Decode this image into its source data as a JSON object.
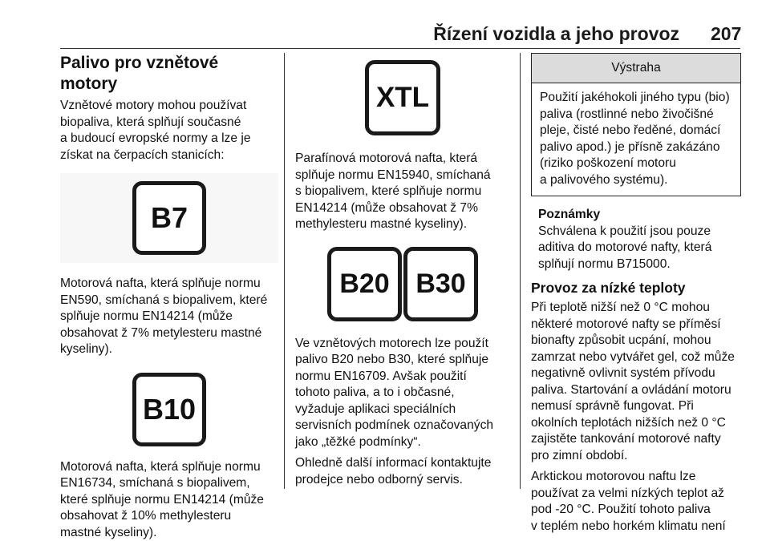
{
  "header": {
    "title": "Řízení vozidla a jeho provoz",
    "page_number": "207"
  },
  "col1": {
    "section_title": "Palivo pro vznětové motory",
    "intro": "Vznětové motory mohou používat\nbiopaliva, která splňují současné\na budoucí evropské normy a lze je\nzískat na čerpacích stanicích:",
    "label_b7": "B7",
    "b7_text": "Motorová nafta, která splňuje normu\nEN590, smíchaná s biopalivem, které\nsplňuje normu EN14214 (může\nobsahovat ž 7% metylesteru mastné\nkyseliny).",
    "label_b10": "B10",
    "b10_text": "Motorová nafta, která splňuje normu\nEN16734, smíchaná s biopalivem,\nkteré splňuje normu EN14214 (může\nobsahovat ž 10% methylesteru\nmastné kyseliny)."
  },
  "col2": {
    "label_xtl": "XTL",
    "xtl_text": "Parafínová motorová nafta, která\nsplňuje normu EN15940, smíchaná\ns biopalivem, které splňuje normu\nEN14214 (může obsahovat ž 7%\nmethylesteru mastné kyseliny).",
    "label_b20": "B20",
    "label_b30": "B30",
    "b20_b30_text": "Ve vznětových motorech lze použít\npalivo B20 nebo B30, které splňuje\nnormu EN16709. Avšak použití\ntohoto paliva, a to i občasné,\nvyžaduje aplikaci speciálních\nservisních podmínek označovaných\njako „těžké podmínky“.",
    "contact_text": "Ohledně další informací kontaktujte\nprodejce nebo odborný servis."
  },
  "col3": {
    "warning_title": "Výstraha",
    "warning_text": "Použití jakéhokoli jiného typu (bio)\npaliva (rostlinné nebo živočišné\npleje, čisté nebo ředěné, domácí\npalivo apod.) je přísně zakázáno\n(riziko poškození motoru\na palivového systému).",
    "note_title": "Poznámky",
    "note_text": "Schválena k použití jsou pouze\naditiva do motorové nafty, která\nsplňují normu B715000.",
    "cold_title": "Provoz za nízké teploty",
    "cold_text1": "Při teplotě nižší než 0 °C mohou\nněkteré motorové nafty se příměsí\nbionafty způsobit ucpání, mohou\nzamrzat nebo vytvářet gel, což může\nnegativně ovlivnit systém přívodu\npaliva. Startování a ovládání motoru\nnemusí správně fungovat. Při\nokolních teplotách nižších než 0 °C\nzajistěte tankování motorové nafty\npro zimní období.",
    "cold_text2": "Arktickou motorovou naftu lze\npoužívat za velmi nízkých teplot až\npod -20 °C. Použití tohoto paliva\nv teplém nebo horkém klimatu není"
  }
}
